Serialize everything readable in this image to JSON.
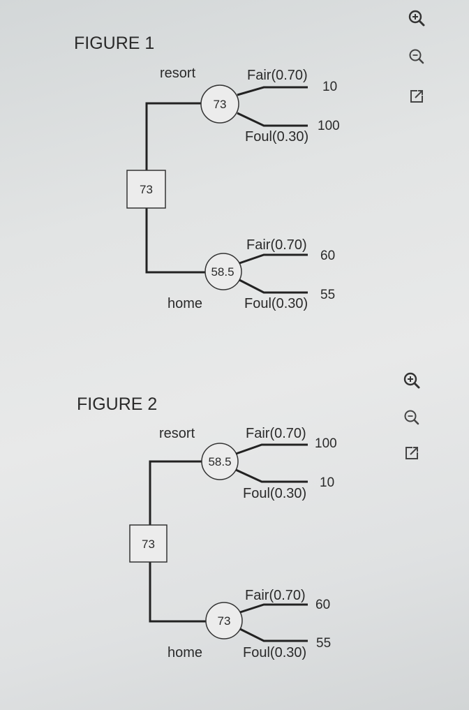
{
  "figures": [
    {
      "title": "FIGURE 1",
      "decision_value": "73",
      "branches": [
        {
          "label": "resort",
          "node_value": "73",
          "outcomes": [
            {
              "label": "Fair(0.70)",
              "payoff": "10"
            },
            {
              "label": "Foul(0.30)",
              "payoff": "100"
            }
          ]
        },
        {
          "label": "home",
          "node_value": "58.5",
          "outcomes": [
            {
              "label": "Fair(0.70)",
              "payoff": "60"
            },
            {
              "label": "Foul(0.30)",
              "payoff": "55"
            }
          ]
        }
      ]
    },
    {
      "title": "FIGURE 2",
      "decision_value": "73",
      "branches": [
        {
          "label": "resort",
          "node_value": "58.5",
          "outcomes": [
            {
              "label": "Fair(0.70)",
              "payoff": "100"
            },
            {
              "label": "Foul(0.30)",
              "payoff": "10"
            }
          ]
        },
        {
          "label": "home",
          "node_value": "73",
          "outcomes": [
            {
              "label": "Fair(0.70)",
              "payoff": "60"
            },
            {
              "label": "Foul(0.30)",
              "payoff": "55"
            }
          ]
        }
      ]
    }
  ],
  "toolbar": {
    "icons": [
      "zoom-in-icon",
      "zoom-out-icon",
      "open-external-icon"
    ],
    "accent_color": "#333333"
  }
}
